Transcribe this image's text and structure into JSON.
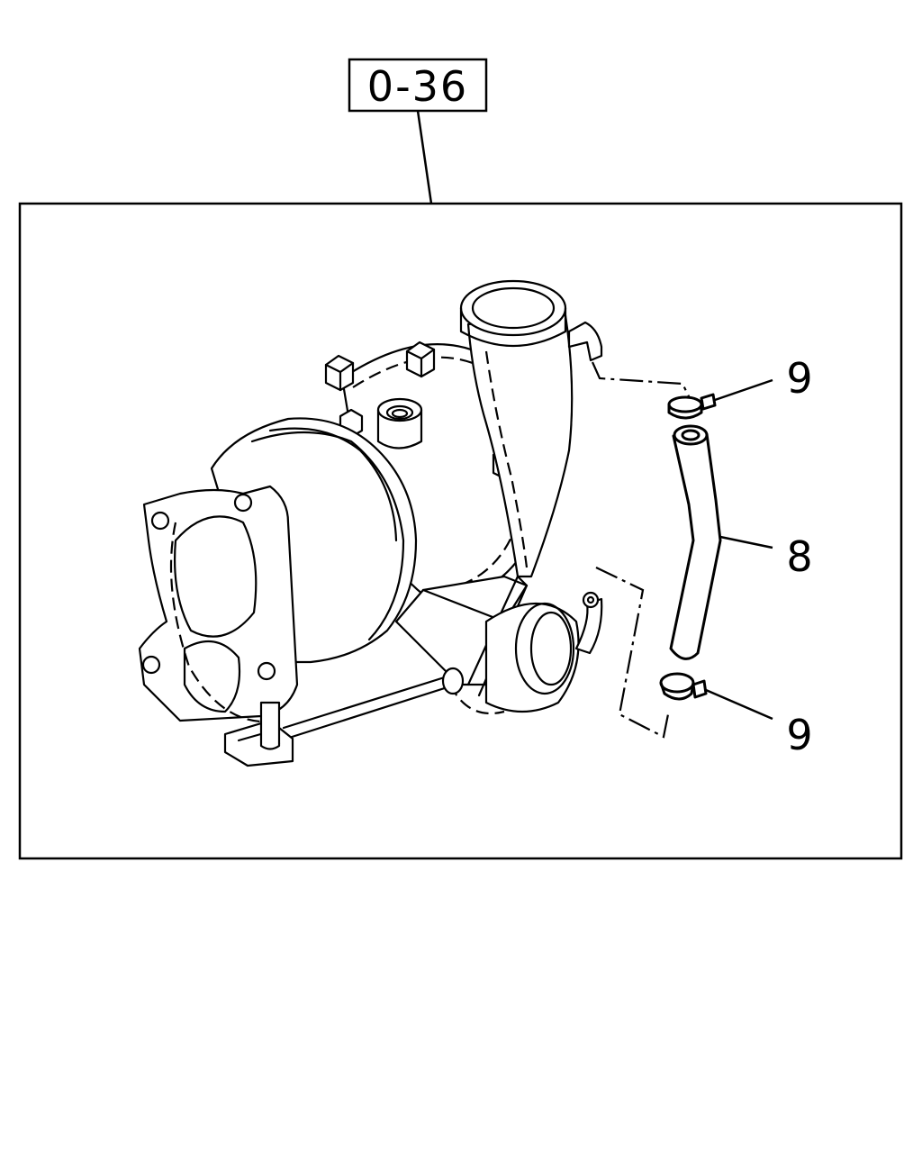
{
  "reference": {
    "label": "0-36"
  },
  "callouts": [
    {
      "id": "upper-clamp",
      "label": "9"
    },
    {
      "id": "hose",
      "label": "8"
    },
    {
      "id": "lower-clamp",
      "label": "9"
    }
  ],
  "colors": {
    "ink": "#000000",
    "paper": "#ffffff"
  }
}
